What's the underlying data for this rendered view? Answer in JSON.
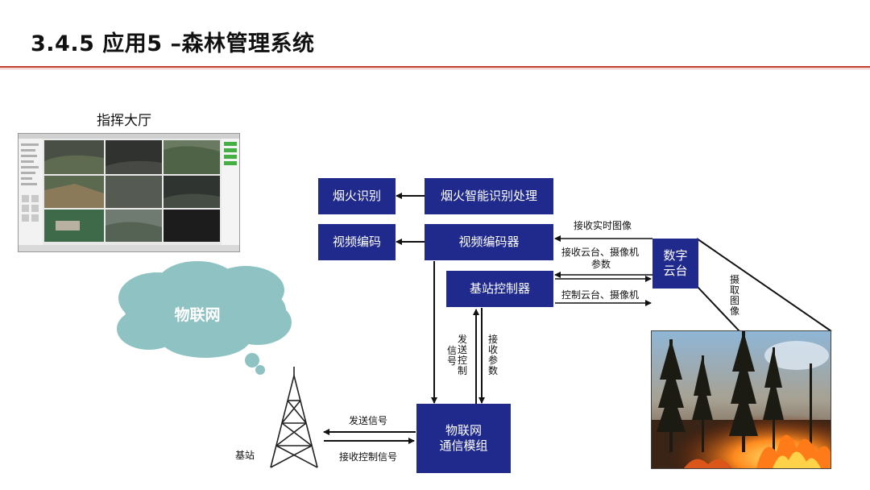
{
  "page": {
    "title": "3.4.5 应用5 –森林管理系统"
  },
  "command_hall": {
    "label": "指挥大厅"
  },
  "cloud": {
    "label": "物联网"
  },
  "nodes": {
    "smoke_fire_recog": "烟火识别",
    "smart_processing": "烟火智能识别处理",
    "video_code": "视频编码",
    "video_encoder": "视频编码器",
    "base_controller": "基站控制器",
    "digital_ptz_line1": "数字",
    "digital_ptz_line2": "云台",
    "iot_module_line1": "物联网",
    "iot_module_line2": "通信模组"
  },
  "labels": {
    "receive_realtime_image": "接收实时图像",
    "receive_ptz_params_line1": "接收云台、摄像机",
    "receive_ptz_params_line2": "参数",
    "control_ptz": "控制云台、摄像机",
    "capture_image": "摄取图像",
    "signal": "信号",
    "send_control": "发送控制",
    "receive_params": "接收参数",
    "send_signal": "发送信号",
    "receive_control_signal": "接收控制信号",
    "base_station": "基站"
  },
  "colors": {
    "node_fill": "#1f2a8c",
    "title_rule": "#c0392b",
    "cloud_fill": "#8fc3c3"
  }
}
